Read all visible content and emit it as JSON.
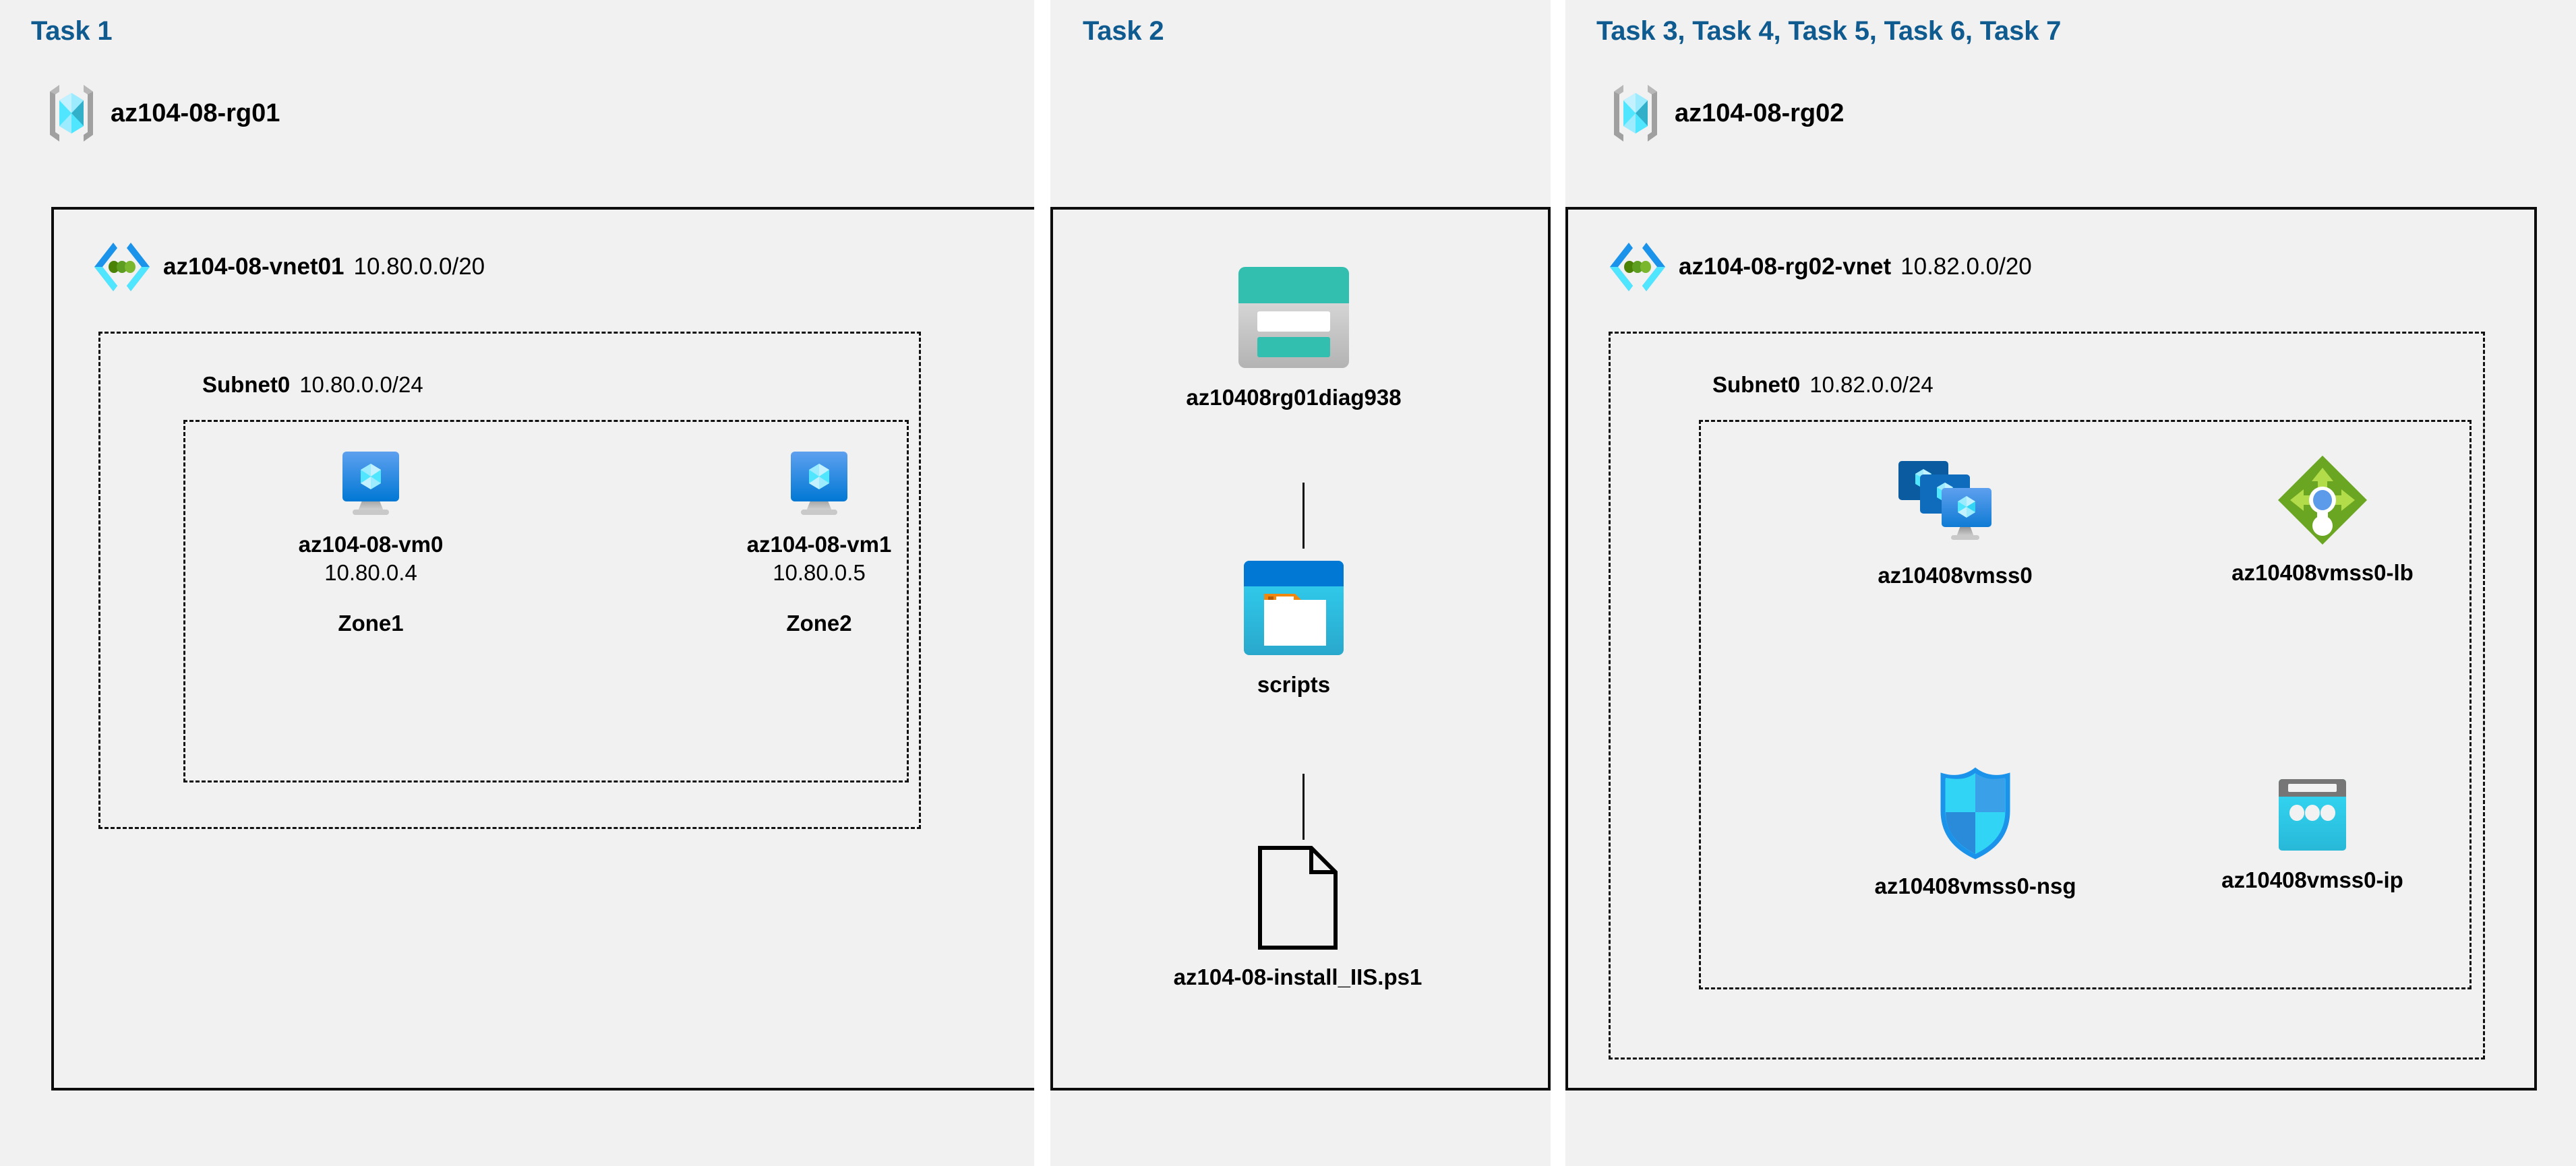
{
  "panels": [
    {
      "id": "task1",
      "header": "Task 1",
      "resource_group": {
        "name": "az104-08-rg01",
        "icon": "resource-group-icon"
      },
      "vnet": {
        "name": "az104-08-vnet01",
        "cidr": "10.80.0.0/20",
        "icon": "virtual-network-icon"
      },
      "subnet": {
        "name": "Subnet0",
        "cidr": "10.80.0.0/24"
      },
      "nodes": [
        {
          "name": "az104-08-vm0",
          "ip": "10.80.0.4",
          "zone": "Zone1",
          "icon": "virtual-machine-icon"
        },
        {
          "name": "az104-08-vm1",
          "ip": "10.80.0.5",
          "zone": "Zone2",
          "icon": "virtual-machine-icon"
        }
      ]
    },
    {
      "id": "task2",
      "header": "Task 2",
      "nodes": [
        {
          "name": "az10408rg01diag938",
          "icon": "storage-account-icon"
        },
        {
          "name": "scripts",
          "icon": "blob-container-icon"
        },
        {
          "name": "az104-08-install_IIS.ps1",
          "icon": "file-icon"
        }
      ]
    },
    {
      "id": "task3",
      "header": "Task 3, Task 4, Task 5, Task 6, Task 7",
      "resource_group": {
        "name": "az104-08-rg02",
        "icon": "resource-group-icon"
      },
      "vnet": {
        "name": "az104-08-rg02-vnet",
        "cidr": "10.82.0.0/20",
        "icon": "virtual-network-icon"
      },
      "subnet": {
        "name": "Subnet0",
        "cidr": "10.82.0.0/24"
      },
      "nodes": [
        {
          "name": "az10408vmss0",
          "icon": "vm-scale-set-icon"
        },
        {
          "name": "az10408vmss0-lb",
          "icon": "load-balancer-icon"
        },
        {
          "name": "az10408vmss0-nsg",
          "icon": "network-security-group-icon"
        },
        {
          "name": "az10408vmss0-ip",
          "icon": "public-ip-address-icon"
        }
      ]
    }
  ],
  "colors": {
    "panel_background": "#f1f1f1",
    "page_background": "#ffffff",
    "task_header": "#0f5a8e",
    "border": "#0d0d0d",
    "azure_blue": "#0078d4",
    "azure_cyan": "#50e6ff",
    "storage_teal": "#32bfb0",
    "load_balancer_green": "#76bc2d",
    "nsg_blue": "#1b93eb"
  }
}
